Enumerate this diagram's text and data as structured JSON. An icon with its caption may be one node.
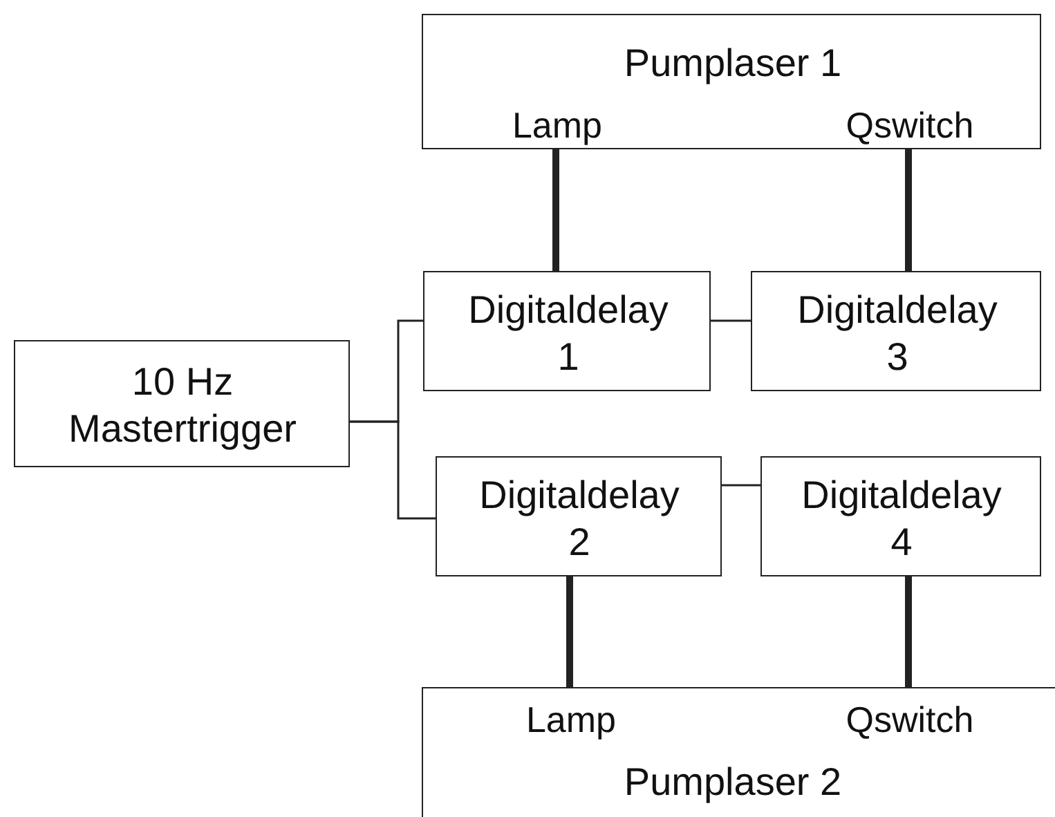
{
  "diagram": {
    "nodes": [
      {
        "text": [
          "Pumplaser 1",
          "Lamp",
          "Qswitch"
        ]
      },
      {
        "text": [
          "Digitaldelay 1"
        ]
      },
      {
        "text": [
          "Digitaldelay 3"
        ]
      },
      {
        "text": [
          "10 Hz Mastertrigger"
        ]
      },
      {
        "text": [
          "Digitaldelay 2"
        ]
      },
      {
        "text": [
          "Digitaldelay 4"
        ]
      },
      {
        "text": [
          "Lamp",
          "Qswitch",
          "Pumplaser 2"
        ]
      }
    ],
    "edges": [
      {
        "from": 1,
        "to": 0,
        "arrow": "none",
        "style": "thick"
      },
      {
        "from": 2,
        "to": 0,
        "arrow": "none",
        "style": "thick"
      },
      {
        "from": 1,
        "to": 2,
        "arrow": "none"
      },
      {
        "from": 3,
        "to": 1,
        "arrow": "none"
      },
      {
        "from": 3,
        "to": 4,
        "arrow": "none"
      },
      {
        "from": 4,
        "to": 5,
        "arrow": "none"
      },
      {
        "from": 4,
        "to": 6,
        "arrow": "none",
        "style": "thick"
      },
      {
        "from": 5,
        "to": 6,
        "arrow": "none",
        "style": "thick"
      }
    ]
  }
}
